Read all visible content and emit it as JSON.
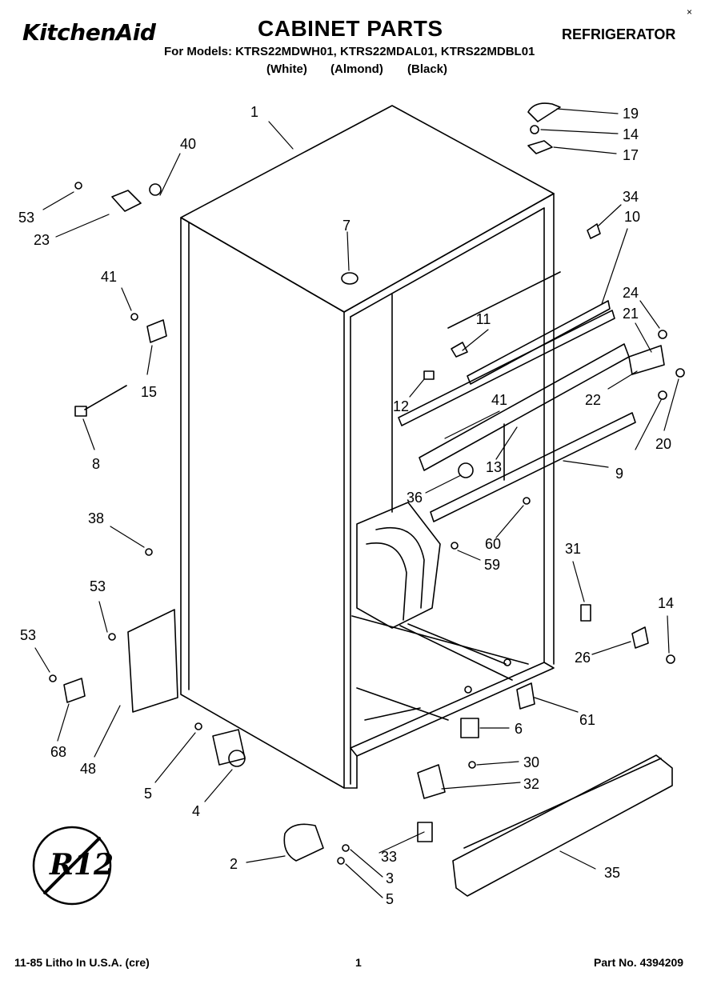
{
  "header": {
    "brand": "KitchenAid",
    "title": "CABINET PARTS",
    "subtitle": "REFRIGERATOR",
    "models_line": "For Models: KTRS22MDWH01, KTRS22MDAL01, KTRS22MDBL01",
    "colors": [
      "(White)",
      "(Almond)",
      "(Black)"
    ],
    "corner_mark": "×"
  },
  "badge": {
    "text": "R12"
  },
  "callouts": [
    "1",
    "19",
    "14",
    "17",
    "40",
    "53",
    "23",
    "34",
    "10",
    "7",
    "41",
    "15",
    "24",
    "21",
    "11",
    "12",
    "22",
    "20",
    "41",
    "8",
    "13",
    "9",
    "36",
    "60",
    "59",
    "38",
    "31",
    "53",
    "14",
    "53",
    "26",
    "61",
    "6",
    "68",
    "48",
    "30",
    "5",
    "32",
    "4",
    "33",
    "2",
    "3",
    "5",
    "35"
  ],
  "footer": {
    "left": "11-85 Litho In U.S.A. (cre)",
    "page": "1",
    "right": "Part No. 4394209"
  }
}
